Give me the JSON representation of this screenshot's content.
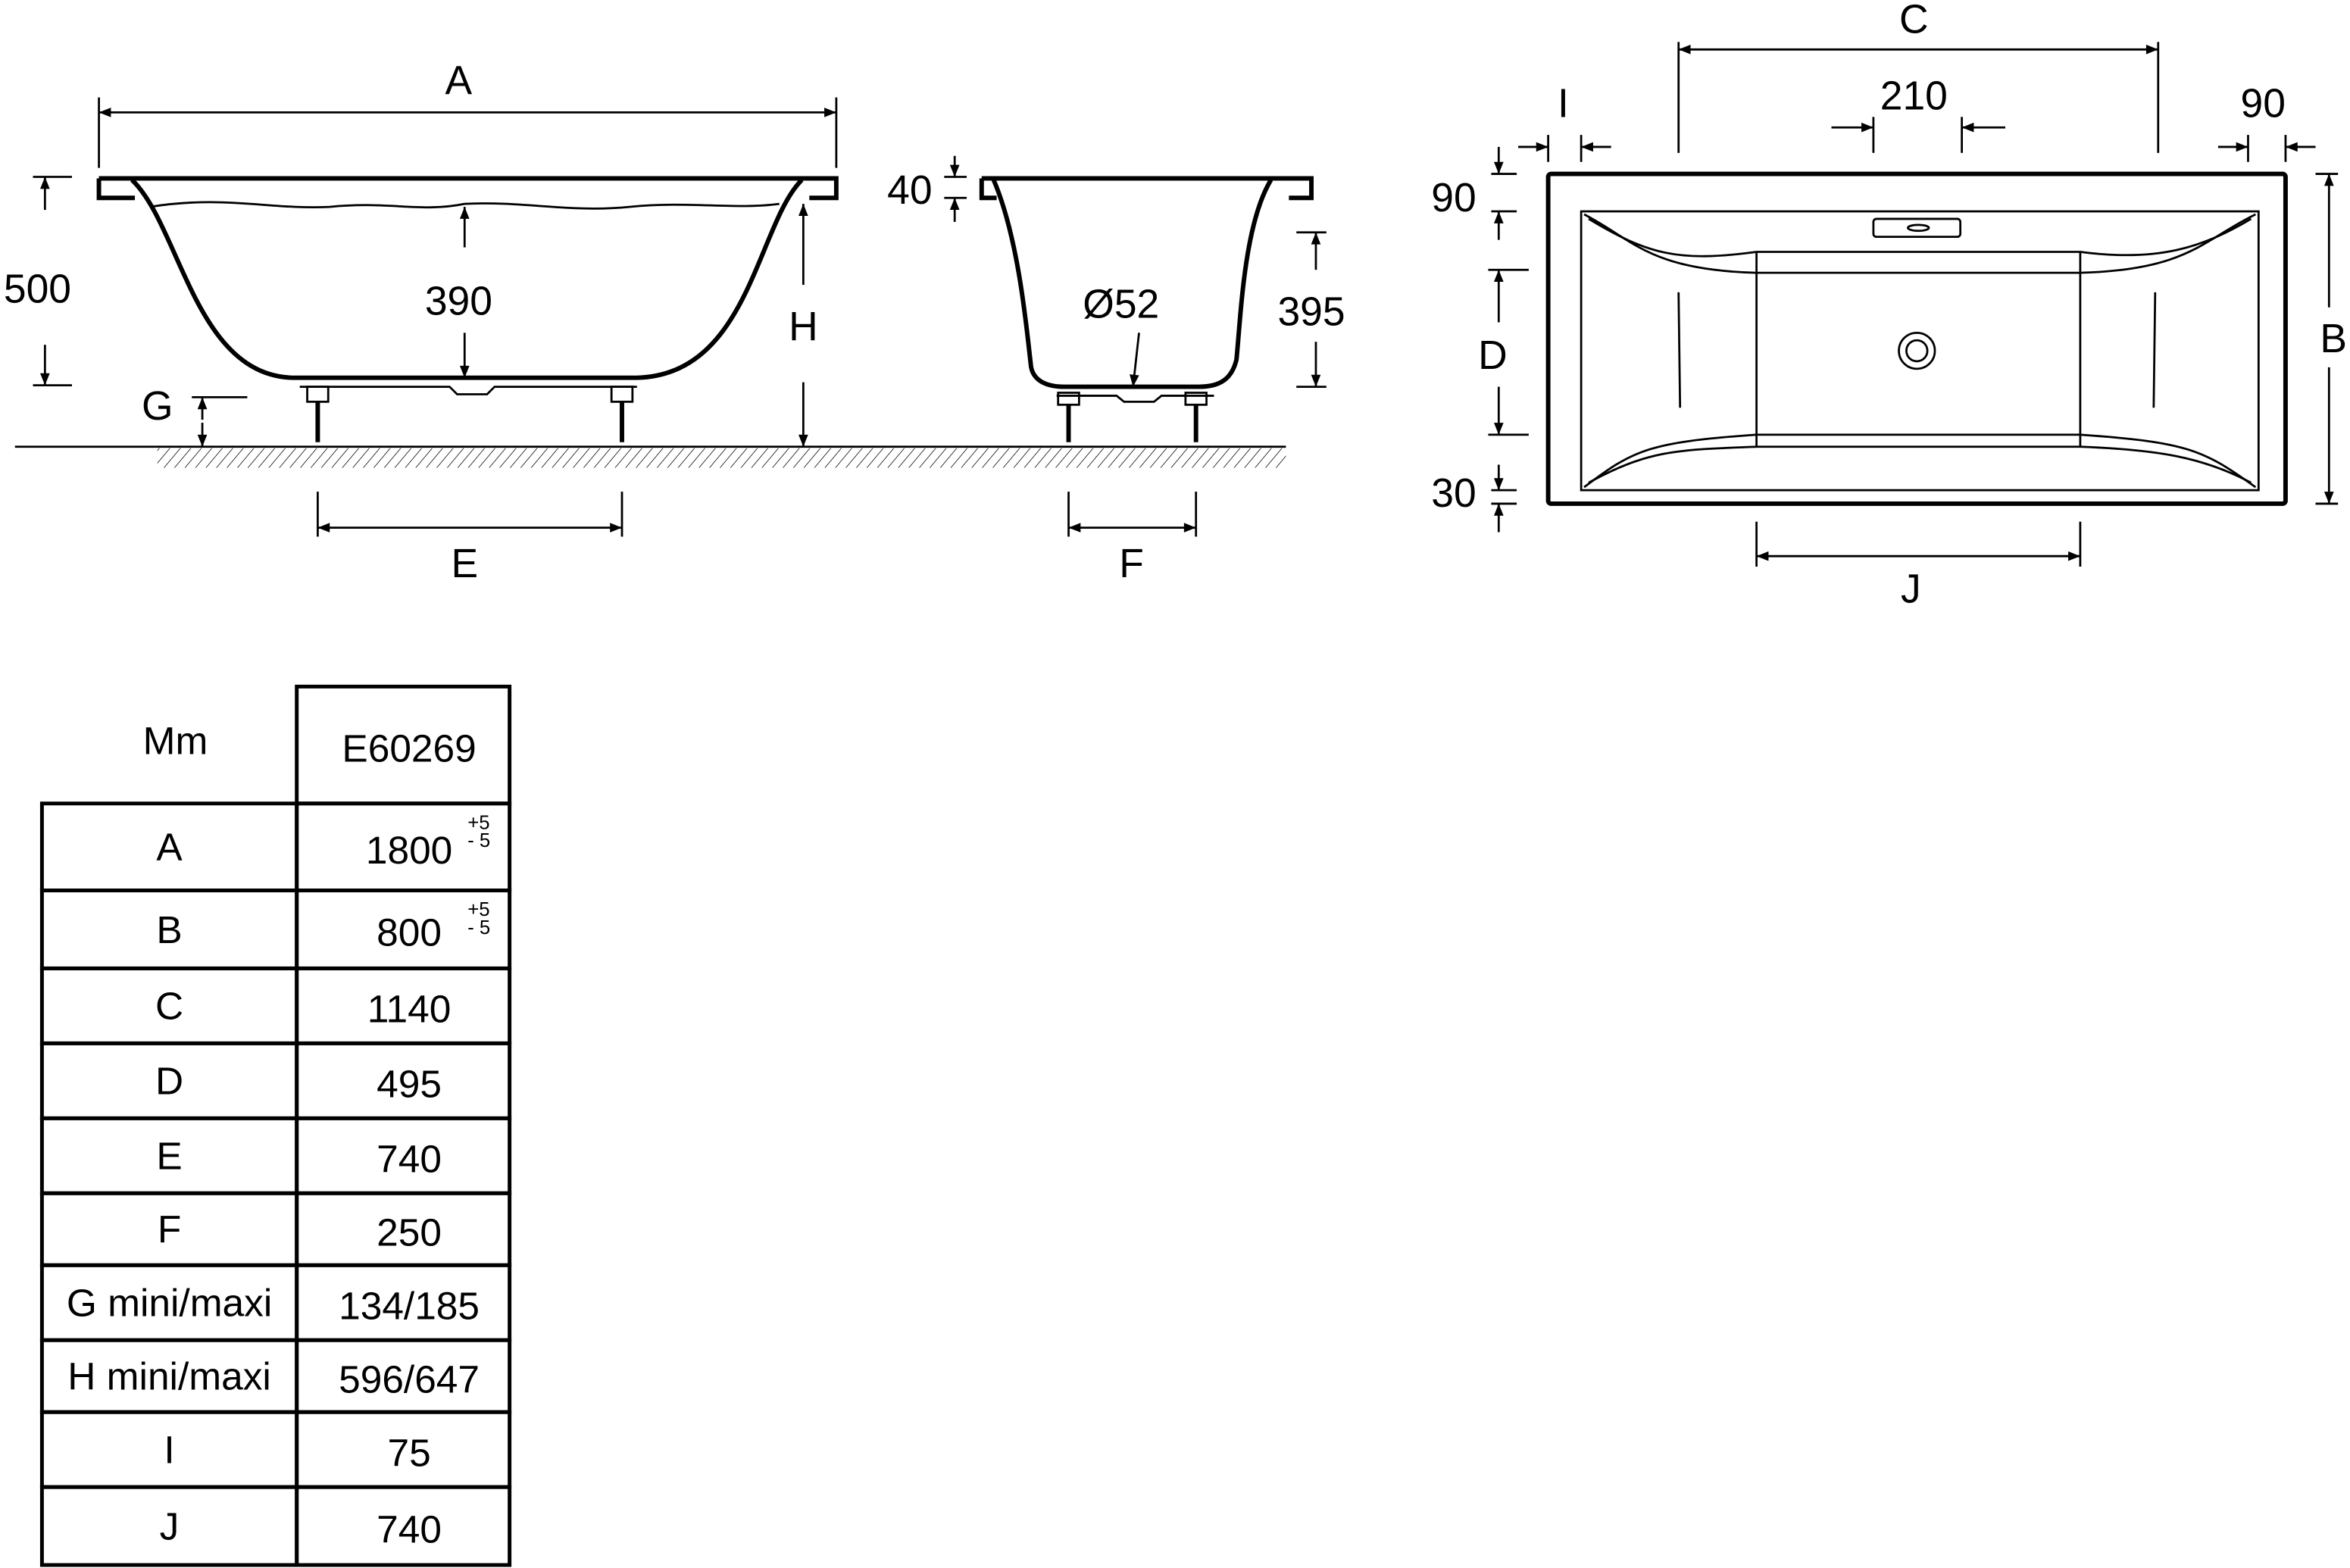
{
  "side_view": {
    "A": "A",
    "dim_500": "500",
    "dim_390": "390",
    "H": "H",
    "G": "G",
    "E": "E"
  },
  "end_view": {
    "dim_40": "40",
    "dim_395": "395",
    "drain": "Ø52",
    "F": "F"
  },
  "plan_view": {
    "C": "C",
    "dim_210": "210",
    "I": "I",
    "dim_90_right": "90",
    "dim_90_left": "90",
    "B": "B",
    "D": "D",
    "dim_30": "30",
    "J": "J"
  },
  "table": {
    "unit_header": "Mm",
    "model_header": "E60269",
    "rows": [
      {
        "label": "A",
        "value": "1800",
        "tol_plus": "+5",
        "tol_minus": "- 5"
      },
      {
        "label": "B",
        "value": "800",
        "tol_plus": "+5",
        "tol_minus": "- 5"
      },
      {
        "label": "C",
        "value": "1140"
      },
      {
        "label": "D",
        "value": "495"
      },
      {
        "label": "E",
        "value": "740"
      },
      {
        "label": "F",
        "value": "250"
      },
      {
        "label": "G mini/maxi",
        "value": "134/185"
      },
      {
        "label": "H mini/maxi",
        "value": "596/647"
      },
      {
        "label": "I",
        "value": "75"
      },
      {
        "label": "J",
        "value": "740"
      }
    ]
  }
}
